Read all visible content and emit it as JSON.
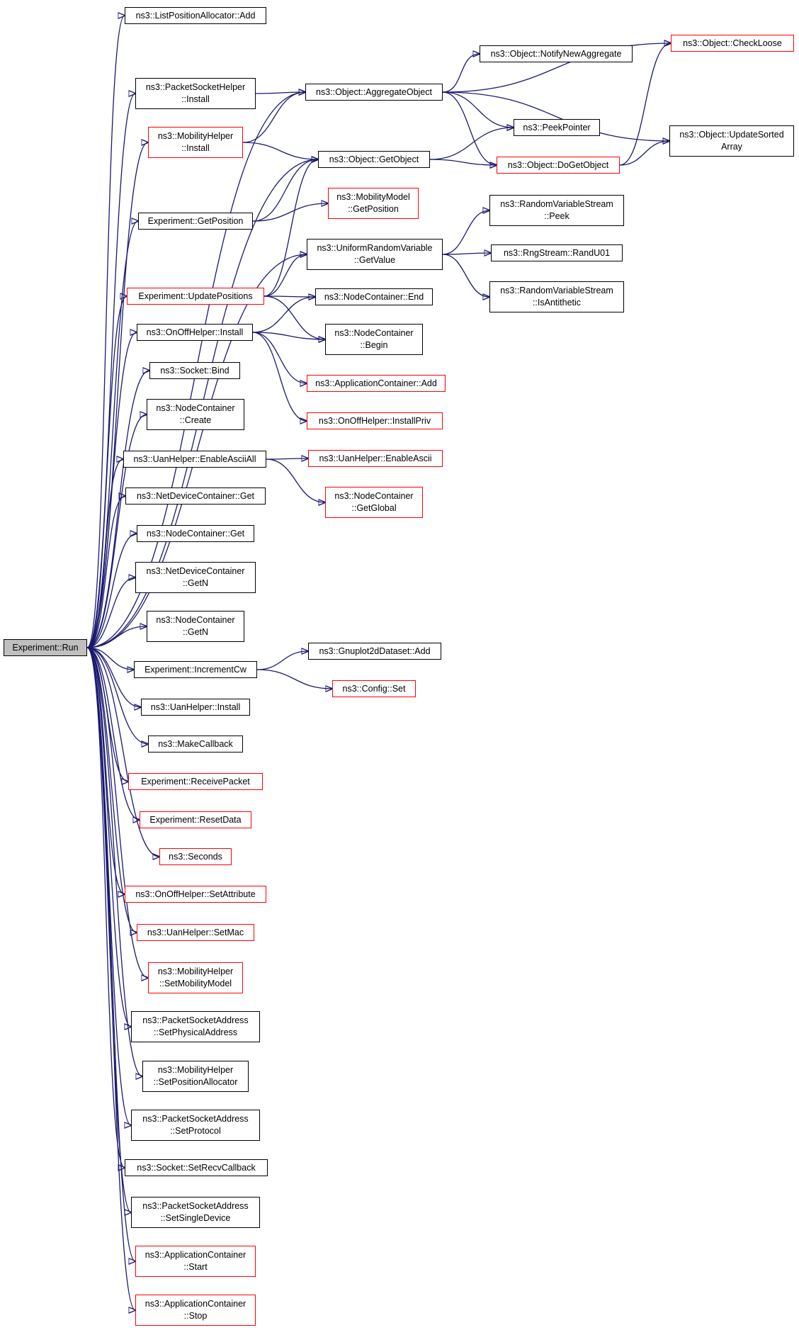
{
  "colors": {
    "edge": "#191970",
    "node_border": "#000000",
    "incomplete_border": "#ff0000",
    "root_fill": "#bfbfbf"
  },
  "nodes": [
    {
      "id": "exp-run",
      "lines": [
        "Experiment::Run"
      ],
      "style": "root"
    },
    {
      "id": "list-pos-add",
      "lines": [
        "ns3::ListPositionAllocator::Add"
      ],
      "style": "black"
    },
    {
      "id": "packet-socket-helper-install",
      "lines": [
        "ns3::PacketSocketHelper",
        "::Install"
      ],
      "style": "black"
    },
    {
      "id": "mobility-helper-install",
      "lines": [
        "ns3::MobilityHelper",
        "::Install"
      ],
      "style": "red"
    },
    {
      "id": "exp-get-position",
      "lines": [
        "Experiment::GetPosition"
      ],
      "style": "black"
    },
    {
      "id": "exp-update-positions",
      "lines": [
        "Experiment::UpdatePositions"
      ],
      "style": "red"
    },
    {
      "id": "onoff-install",
      "lines": [
        "ns3::OnOffHelper::Install"
      ],
      "style": "black"
    },
    {
      "id": "socket-bind",
      "lines": [
        "ns3::Socket::Bind"
      ],
      "style": "black"
    },
    {
      "id": "nodecontainer-create",
      "lines": [
        "ns3::NodeContainer",
        "::Create"
      ],
      "style": "black"
    },
    {
      "id": "uan-enable-ascii-all",
      "lines": [
        "ns3::UanHelper::EnableAsciiAll"
      ],
      "style": "black"
    },
    {
      "id": "netdevice-get",
      "lines": [
        "ns3::NetDeviceContainer::Get"
      ],
      "style": "black"
    },
    {
      "id": "nodecontainer-get",
      "lines": [
        "ns3::NodeContainer::Get"
      ],
      "style": "black"
    },
    {
      "id": "netdevice-getn",
      "lines": [
        "ns3::NetDeviceContainer",
        "::GetN"
      ],
      "style": "black"
    },
    {
      "id": "nodecontainer-getn",
      "lines": [
        "ns3::NodeContainer",
        "::GetN"
      ],
      "style": "black"
    },
    {
      "id": "exp-increment-cw",
      "lines": [
        "Experiment::IncrementCw"
      ],
      "style": "black"
    },
    {
      "id": "uan-install",
      "lines": [
        "ns3::UanHelper::Install"
      ],
      "style": "black"
    },
    {
      "id": "make-callback",
      "lines": [
        "ns3::MakeCallback"
      ],
      "style": "black"
    },
    {
      "id": "exp-receive-packet",
      "lines": [
        "Experiment::ReceivePacket"
      ],
      "style": "red"
    },
    {
      "id": "exp-reset-data",
      "lines": [
        "Experiment::ResetData"
      ],
      "style": "red"
    },
    {
      "id": "seconds",
      "lines": [
        "ns3::Seconds"
      ],
      "style": "red"
    },
    {
      "id": "onoff-set-attribute",
      "lines": [
        "ns3::OnOffHelper::SetAttribute"
      ],
      "style": "red"
    },
    {
      "id": "uan-set-mac",
      "lines": [
        "ns3::UanHelper::SetMac"
      ],
      "style": "red"
    },
    {
      "id": "mobility-set-model",
      "lines": [
        "ns3::MobilityHelper",
        "::SetMobilityModel"
      ],
      "style": "red"
    },
    {
      "id": "psa-set-physical",
      "lines": [
        "ns3::PacketSocketAddress",
        "::SetPhysicalAddress"
      ],
      "style": "black"
    },
    {
      "id": "mobility-set-pos-alloc",
      "lines": [
        "ns3::MobilityHelper",
        "::SetPositionAllocator"
      ],
      "style": "black"
    },
    {
      "id": "psa-set-protocol",
      "lines": [
        "ns3::PacketSocketAddress",
        "::SetProtocol"
      ],
      "style": "black"
    },
    {
      "id": "socket-set-recv-callback",
      "lines": [
        "ns3::Socket::SetRecvCallback"
      ],
      "style": "black"
    },
    {
      "id": "psa-set-single-device",
      "lines": [
        "ns3::PacketSocketAddress",
        "::SetSingleDevice"
      ],
      "style": "black"
    },
    {
      "id": "appcontainer-start",
      "lines": [
        "ns3::ApplicationContainer",
        "::Start"
      ],
      "style": "red"
    },
    {
      "id": "appcontainer-stop",
      "lines": [
        "ns3::ApplicationContainer",
        "::Stop"
      ],
      "style": "red"
    },
    {
      "id": "object-aggregate",
      "lines": [
        "ns3::Object::AggregateObject"
      ],
      "style": "black"
    },
    {
      "id": "object-getobject",
      "lines": [
        "ns3::Object::GetObject"
      ],
      "style": "black"
    },
    {
      "id": "mobility-model-getpos",
      "lines": [
        "ns3::MobilityModel",
        "::GetPosition"
      ],
      "style": "red"
    },
    {
      "id": "uniform-rv-getvalue",
      "lines": [
        "ns3::UniformRandomVariable",
        "::GetValue"
      ],
      "style": "black"
    },
    {
      "id": "nodecontainer-end",
      "lines": [
        "ns3::NodeContainer::End"
      ],
      "style": "black"
    },
    {
      "id": "nodecontainer-begin",
      "lines": [
        "ns3::NodeContainer",
        "::Begin"
      ],
      "style": "black"
    },
    {
      "id": "appcontainer-add",
      "lines": [
        "ns3::ApplicationContainer::Add"
      ],
      "style": "red"
    },
    {
      "id": "onoff-install-priv",
      "lines": [
        "ns3::OnOffHelper::InstallPriv"
      ],
      "style": "red"
    },
    {
      "id": "uan-enable-ascii",
      "lines": [
        "ns3::UanHelper::EnableAscii"
      ],
      "style": "red"
    },
    {
      "id": "nodecontainer-getglobal",
      "lines": [
        "ns3::NodeContainer",
        "::GetGlobal"
      ],
      "style": "red"
    },
    {
      "id": "gnuplot-add",
      "lines": [
        "ns3::Gnuplot2dDataset::Add"
      ],
      "style": "black"
    },
    {
      "id": "config-set",
      "lines": [
        "ns3::Config::Set"
      ],
      "style": "red"
    },
    {
      "id": "object-notify-new-aggregate",
      "lines": [
        "ns3::Object::NotifyNewAggregate"
      ],
      "style": "black"
    },
    {
      "id": "peek-pointer",
      "lines": [
        "ns3::PeekPointer"
      ],
      "style": "black"
    },
    {
      "id": "object-dogetobject",
      "lines": [
        "ns3::Object::DoGetObject"
      ],
      "style": "red"
    },
    {
      "id": "rvs-peek",
      "lines": [
        "ns3::RandomVariableStream",
        "::Peek"
      ],
      "style": "black"
    },
    {
      "id": "rngstream-randu01",
      "lines": [
        "ns3::RngStream::RandU01"
      ],
      "style": "black"
    },
    {
      "id": "rvs-is-antithetic",
      "lines": [
        "ns3::RandomVariableStream",
        "::IsAntithetic"
      ],
      "style": "black"
    },
    {
      "id": "object-checkloose",
      "lines": [
        "ns3::Object::CheckLoose"
      ],
      "style": "red"
    },
    {
      "id": "object-update-sorted",
      "lines": [
        "ns3::Object::UpdateSorted",
        "Array"
      ],
      "style": "black"
    }
  ],
  "edges": [
    [
      "exp-run",
      "list-pos-add"
    ],
    [
      "exp-run",
      "packet-socket-helper-install"
    ],
    [
      "exp-run",
      "mobility-helper-install"
    ],
    [
      "exp-run",
      "object-aggregate"
    ],
    [
      "exp-run",
      "object-getobject"
    ],
    [
      "exp-run",
      "exp-get-position"
    ],
    [
      "exp-run",
      "uniform-rv-getvalue"
    ],
    [
      "exp-run",
      "exp-update-positions"
    ],
    [
      "exp-run",
      "onoff-install"
    ],
    [
      "exp-run",
      "socket-bind"
    ],
    [
      "exp-run",
      "nodecontainer-create"
    ],
    [
      "exp-run",
      "uan-enable-ascii-all"
    ],
    [
      "exp-run",
      "netdevice-get"
    ],
    [
      "exp-run",
      "nodecontainer-get"
    ],
    [
      "exp-run",
      "netdevice-getn"
    ],
    [
      "exp-run",
      "nodecontainer-getn"
    ],
    [
      "exp-run",
      "exp-increment-cw"
    ],
    [
      "exp-run",
      "uan-install"
    ],
    [
      "exp-run",
      "make-callback"
    ],
    [
      "exp-run",
      "exp-receive-packet"
    ],
    [
      "exp-run",
      "exp-reset-data"
    ],
    [
      "exp-run",
      "seconds"
    ],
    [
      "exp-run",
      "onoff-set-attribute"
    ],
    [
      "exp-run",
      "uan-set-mac"
    ],
    [
      "exp-run",
      "mobility-set-model"
    ],
    [
      "exp-run",
      "psa-set-physical"
    ],
    [
      "exp-run",
      "mobility-set-pos-alloc"
    ],
    [
      "exp-run",
      "psa-set-protocol"
    ],
    [
      "exp-run",
      "socket-set-recv-callback"
    ],
    [
      "exp-run",
      "psa-set-single-device"
    ],
    [
      "exp-run",
      "appcontainer-start"
    ],
    [
      "exp-run",
      "appcontainer-stop"
    ],
    [
      "packet-socket-helper-install",
      "object-aggregate"
    ],
    [
      "mobility-helper-install",
      "object-aggregate"
    ],
    [
      "mobility-helper-install",
      "object-getobject"
    ],
    [
      "exp-get-position",
      "object-getobject"
    ],
    [
      "exp-get-position",
      "mobility-model-getpos"
    ],
    [
      "exp-update-positions",
      "object-getobject"
    ],
    [
      "exp-update-positions",
      "uniform-rv-getvalue"
    ],
    [
      "exp-update-positions",
      "nodecontainer-end"
    ],
    [
      "exp-update-positions",
      "nodecontainer-begin"
    ],
    [
      "onoff-install",
      "nodecontainer-end"
    ],
    [
      "onoff-install",
      "nodecontainer-begin"
    ],
    [
      "onoff-install",
      "appcontainer-add"
    ],
    [
      "onoff-install",
      "onoff-install-priv"
    ],
    [
      "uan-enable-ascii-all",
      "uan-enable-ascii"
    ],
    [
      "uan-enable-ascii-all",
      "nodecontainer-getglobal"
    ],
    [
      "exp-increment-cw",
      "gnuplot-add"
    ],
    [
      "exp-increment-cw",
      "config-set"
    ],
    [
      "object-aggregate",
      "object-checkloose"
    ],
    [
      "object-aggregate",
      "object-notify-new-aggregate"
    ],
    [
      "object-aggregate",
      "peek-pointer"
    ],
    [
      "object-aggregate",
      "object-dogetobject"
    ],
    [
      "object-aggregate",
      "object-update-sorted"
    ],
    [
      "object-getobject",
      "peek-pointer"
    ],
    [
      "object-getobject",
      "object-dogetobject"
    ],
    [
      "object-dogetobject",
      "object-checkloose"
    ],
    [
      "object-dogetobject",
      "object-update-sorted"
    ],
    [
      "uniform-rv-getvalue",
      "rvs-peek"
    ],
    [
      "uniform-rv-getvalue",
      "rngstream-randu01"
    ],
    [
      "uniform-rv-getvalue",
      "rvs-is-antithetic"
    ]
  ]
}
